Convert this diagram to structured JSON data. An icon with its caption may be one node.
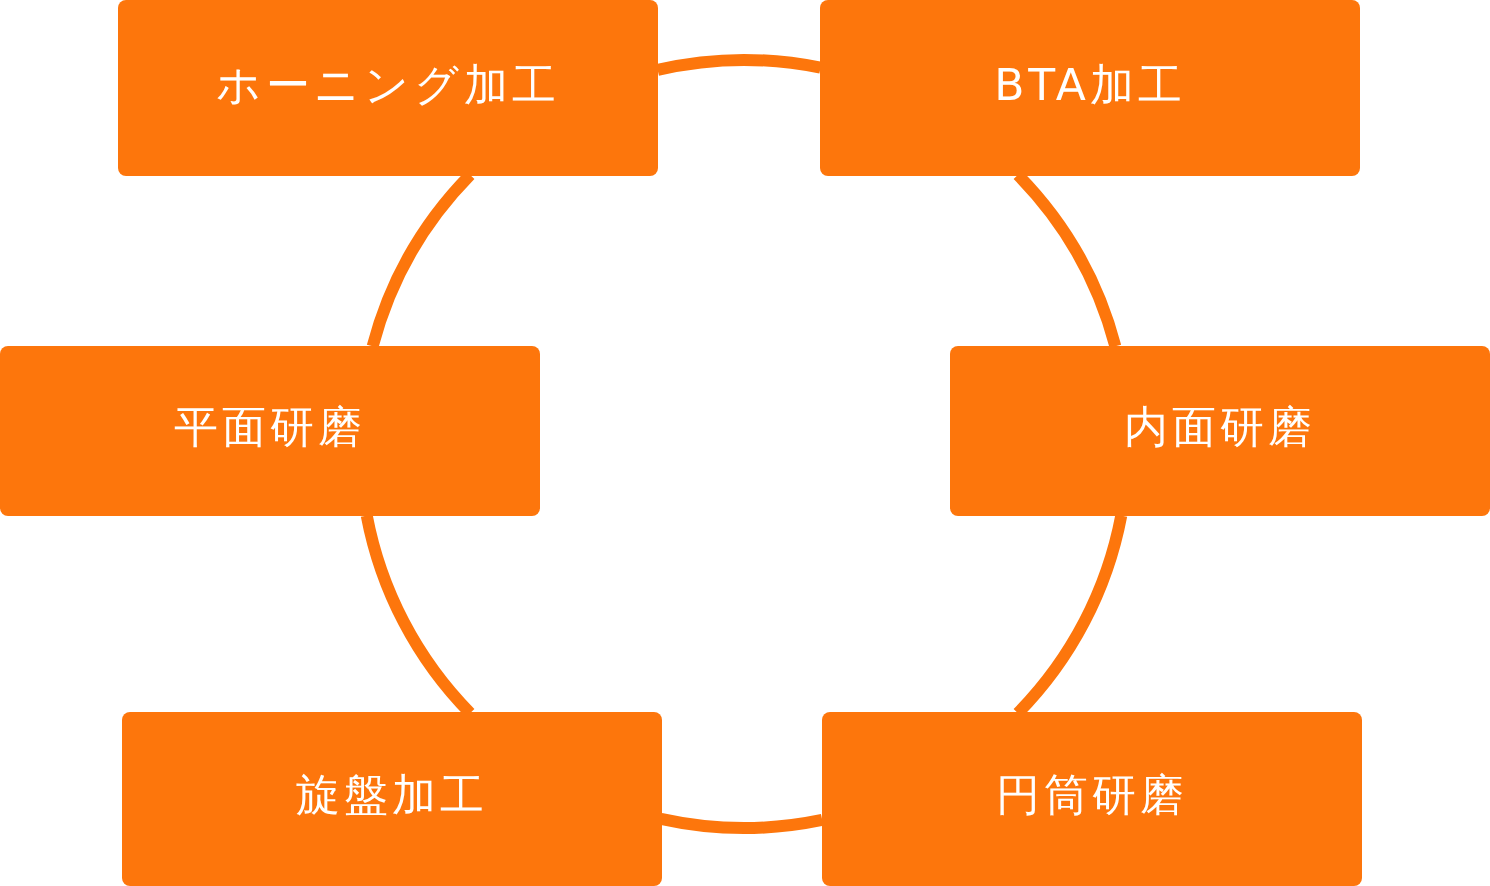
{
  "diagram": {
    "nodes": [
      {
        "text": [
          "ホーニング加工"
        ]
      },
      {
        "text": [
          "BTA加工"
        ]
      },
      {
        "text": [
          "平面研磨"
        ]
      },
      {
        "text": [
          "内面研磨"
        ]
      },
      {
        "text": [
          "旋盤加工"
        ]
      },
      {
        "text": [
          "円筒研磨"
        ]
      }
    ],
    "edges": [
      {
        "from": 0,
        "to": 1,
        "arrow": "none"
      },
      {
        "from": 1,
        "to": 3,
        "arrow": "none"
      },
      {
        "from": 3,
        "to": 5,
        "arrow": "none"
      },
      {
        "from": 5,
        "to": 4,
        "arrow": "none"
      },
      {
        "from": 4,
        "to": 2,
        "arrow": "none"
      },
      {
        "from": 2,
        "to": 0,
        "arrow": "none"
      }
    ]
  }
}
